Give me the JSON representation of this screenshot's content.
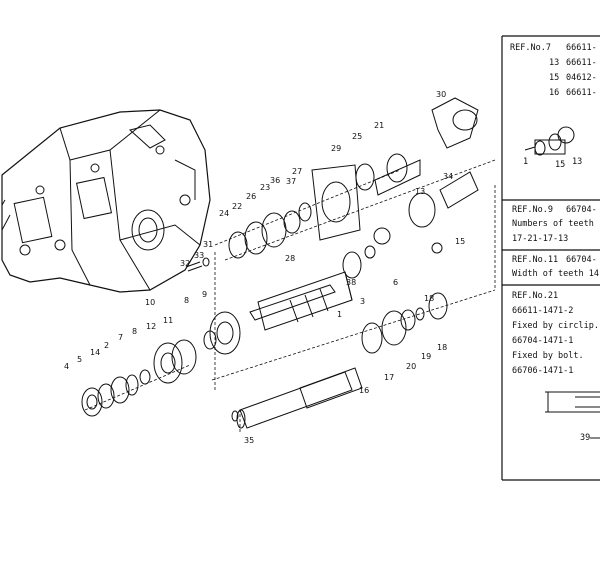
{
  "parts": {
    "n1": "1",
    "n2": "2",
    "n3": "3",
    "n4": "4",
    "n5": "5",
    "n6": "6",
    "n7": "7",
    "n8": "8",
    "n9": "9",
    "n10": "10",
    "n11": "11",
    "n12": "12",
    "n13": "13",
    "n14": "14",
    "n15": "15",
    "n16": "16",
    "n17": "17",
    "n18": "18",
    "n19": "19",
    "n20": "20",
    "n21": "21",
    "n22": "22",
    "n23": "23",
    "n24": "24",
    "n25": "25",
    "n26": "26",
    "n27": "27",
    "n28": "28",
    "n29": "29",
    "n30": "30",
    "n31": "31",
    "n32": "32",
    "n33": "33",
    "n34": "34",
    "n35": "35",
    "n36": "36",
    "n37": "37",
    "n38": "38",
    "n39": "39"
  },
  "notes": {
    "ref7_label": "REF.No.7",
    "ref7_part": "66611-",
    "ref13_label": "13",
    "ref13_part": "66611-",
    "ref15_label": "15",
    "ref15_part": "04612-",
    "ref16_label": "16",
    "ref16_part": "66611-",
    "inset_13": "13",
    "inset_15": "15",
    "inset_1": "1",
    "ref9_label": "REF.No.9",
    "ref9_part": "66704-",
    "ref9_teeth": "Numbers of teeth",
    "ref9_seq": "17-21-17-13",
    "ref11_label": "REF.No.11",
    "ref11_part": "66704-",
    "ref11_width": "Width of teeth 14",
    "ref21_label": "REF.No.21",
    "ref21_part1": "66611-1471-2",
    "ref21_fix1": "Fixed by circlip.",
    "ref21_part2": "66704-1471-1",
    "ref21_fix2": "Fixed by bolt.",
    "ref21_part3": "66706-1471-1",
    "ref21_dim": "39"
  }
}
